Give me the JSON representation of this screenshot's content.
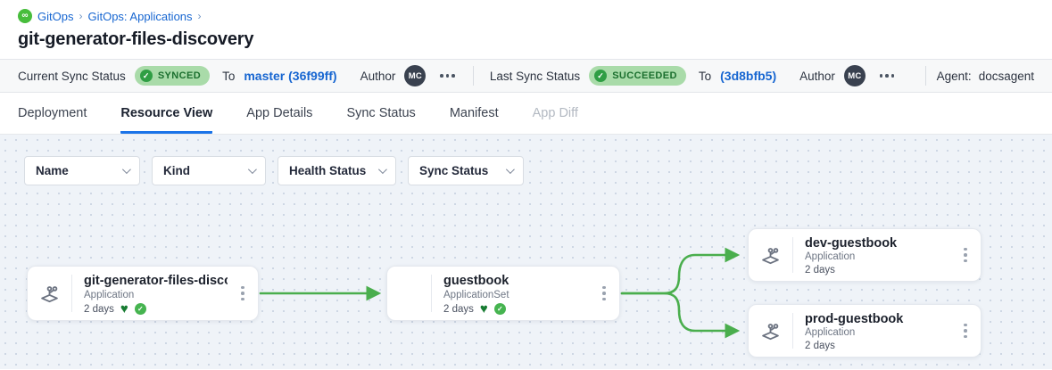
{
  "breadcrumb": {
    "logo_glyph": "∞",
    "items": [
      {
        "label": "GitOps"
      },
      {
        "label": "GitOps: Applications"
      }
    ],
    "separator": "›"
  },
  "page": {
    "title": "git-generator-files-discovery"
  },
  "status_bar": {
    "current_sync": {
      "label": "Current Sync Status",
      "badge": "SYNCED",
      "to_label": "To",
      "revision": "master (36f99ff)",
      "author_label": "Author",
      "author_initials": "MC"
    },
    "last_sync": {
      "label": "Last Sync Status",
      "badge": "SUCCEEDED",
      "to_label": "To",
      "revision": "(3d8bfb5)",
      "author_label": "Author",
      "author_initials": "MC"
    },
    "agent": {
      "label": "Agent:",
      "value": "docsagent"
    }
  },
  "tabs": [
    {
      "label": "Deployment"
    },
    {
      "label": "Resource View"
    },
    {
      "label": "App Details"
    },
    {
      "label": "Sync Status"
    },
    {
      "label": "Manifest"
    },
    {
      "label": "App Diff"
    }
  ],
  "filters": [
    {
      "label": "Name"
    },
    {
      "label": "Kind"
    },
    {
      "label": "Health Status"
    },
    {
      "label": "Sync Status"
    }
  ],
  "graph": {
    "nodes": [
      {
        "title": "git-generator-files-disco...",
        "kind": "Application",
        "age": "2 days",
        "healthy": true,
        "synced": true
      },
      {
        "title": "guestbook",
        "kind": "ApplicationSet",
        "age": "2 days",
        "healthy": true,
        "synced": true
      },
      {
        "title": "dev-guestbook",
        "kind": "Application",
        "age": "2 days"
      },
      {
        "title": "prod-guestbook",
        "kind": "Application",
        "age": "2 days"
      }
    ]
  },
  "icons": {
    "badge_check": "✓",
    "mini_check": "✓",
    "heart": "♥"
  },
  "colors": {
    "link_blue": "#1766d1",
    "tab_underline": "#1a73e8",
    "connector_green": "#4aae4d",
    "badge_bg": "#a9dba9",
    "badge_text": "#1b6f2e",
    "graph_bg": "#eff3f8"
  }
}
